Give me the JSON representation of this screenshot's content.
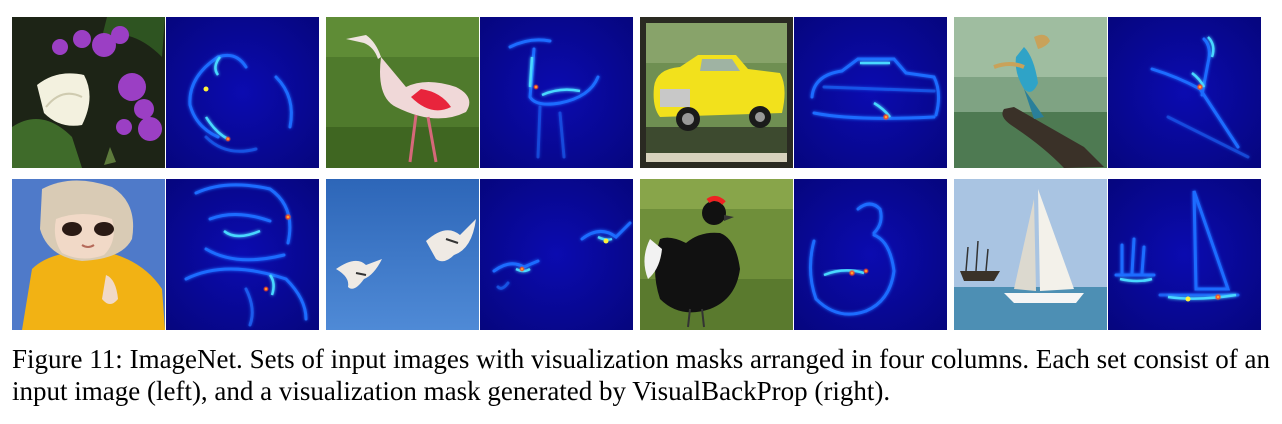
{
  "figure": {
    "caption": "Figure 11: ImageNet. Sets of input images with visualization masks arranged in four columns. Each set consist of an input image (left), and a visualization mask generated by VisualBackProp (right).",
    "colors": {
      "mask_background": "#0a0a9a",
      "mask_glow": "#1e6cff",
      "mask_hot": "#fff23a"
    },
    "sets": [
      {
        "row": 1,
        "column": 1,
        "input_image": "butterfly-on-purple-flowers-photo",
        "mask": "visualization-mask"
      },
      {
        "row": 1,
        "column": 2,
        "input_image": "roseate-spoonbill-on-grass-photo",
        "mask": "visualization-mask"
      },
      {
        "row": 1,
        "column": 3,
        "input_image": "yellow-pickup-truck-photo",
        "mask": "visualization-mask"
      },
      {
        "row": 1,
        "column": 4,
        "input_image": "bee-eater-bird-on-branch-photo",
        "mask": "visualization-mask"
      },
      {
        "row": 2,
        "column": 1,
        "input_image": "doll-in-yellow-hoodie-photo",
        "mask": "visualization-mask"
      },
      {
        "row": 2,
        "column": 2,
        "input_image": "kites-in-blue-sky-photo",
        "mask": "visualization-mask"
      },
      {
        "row": 2,
        "column": 3,
        "input_image": "black-grouse-on-grass-photo",
        "mask": "visualization-mask"
      },
      {
        "row": 2,
        "column": 4,
        "input_image": "sailboat-and-tall-ship-photo",
        "mask": "visualization-mask"
      }
    ]
  }
}
